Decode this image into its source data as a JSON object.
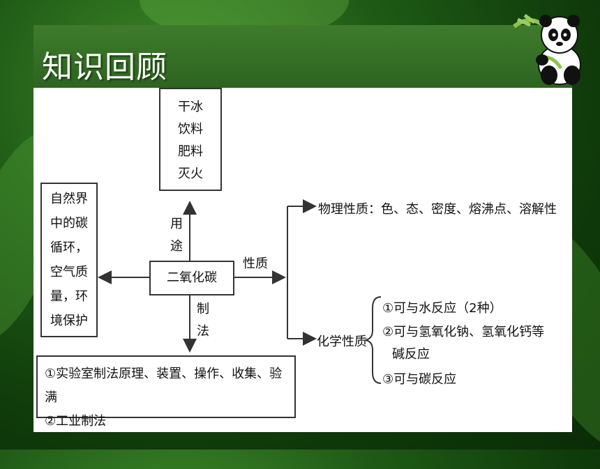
{
  "slide": {
    "title": "知识回顾"
  },
  "diagram": {
    "center": "二氧化碳",
    "uses_box": [
      "干冰",
      "饮料",
      "肥料",
      "灭火"
    ],
    "uses_label": [
      "用",
      "途"
    ],
    "nature_box": [
      "自然界",
      "中的碳",
      "循环，",
      "空气质",
      "量，环",
      "境保护"
    ],
    "prep_label": [
      "制",
      "法"
    ],
    "prep_box": [
      "①实验室制法原理、装置、操作、收集、验满",
      "②工业制法"
    ],
    "property_label": "性质",
    "physical": "物理性质：色、态、密度、熔沸点、溶解性",
    "chemical_label": "化学性质",
    "chemical_items": [
      "①可与水反应（2种）",
      "②可与氢氧化钠、氢氧化钙等",
      "碱反应",
      "③可与碳反应"
    ]
  },
  "colors": {
    "background": "#1f5b16",
    "title_band": "#3f7b2c",
    "title_text": "#ffffff",
    "panel": "#ffffff"
  }
}
